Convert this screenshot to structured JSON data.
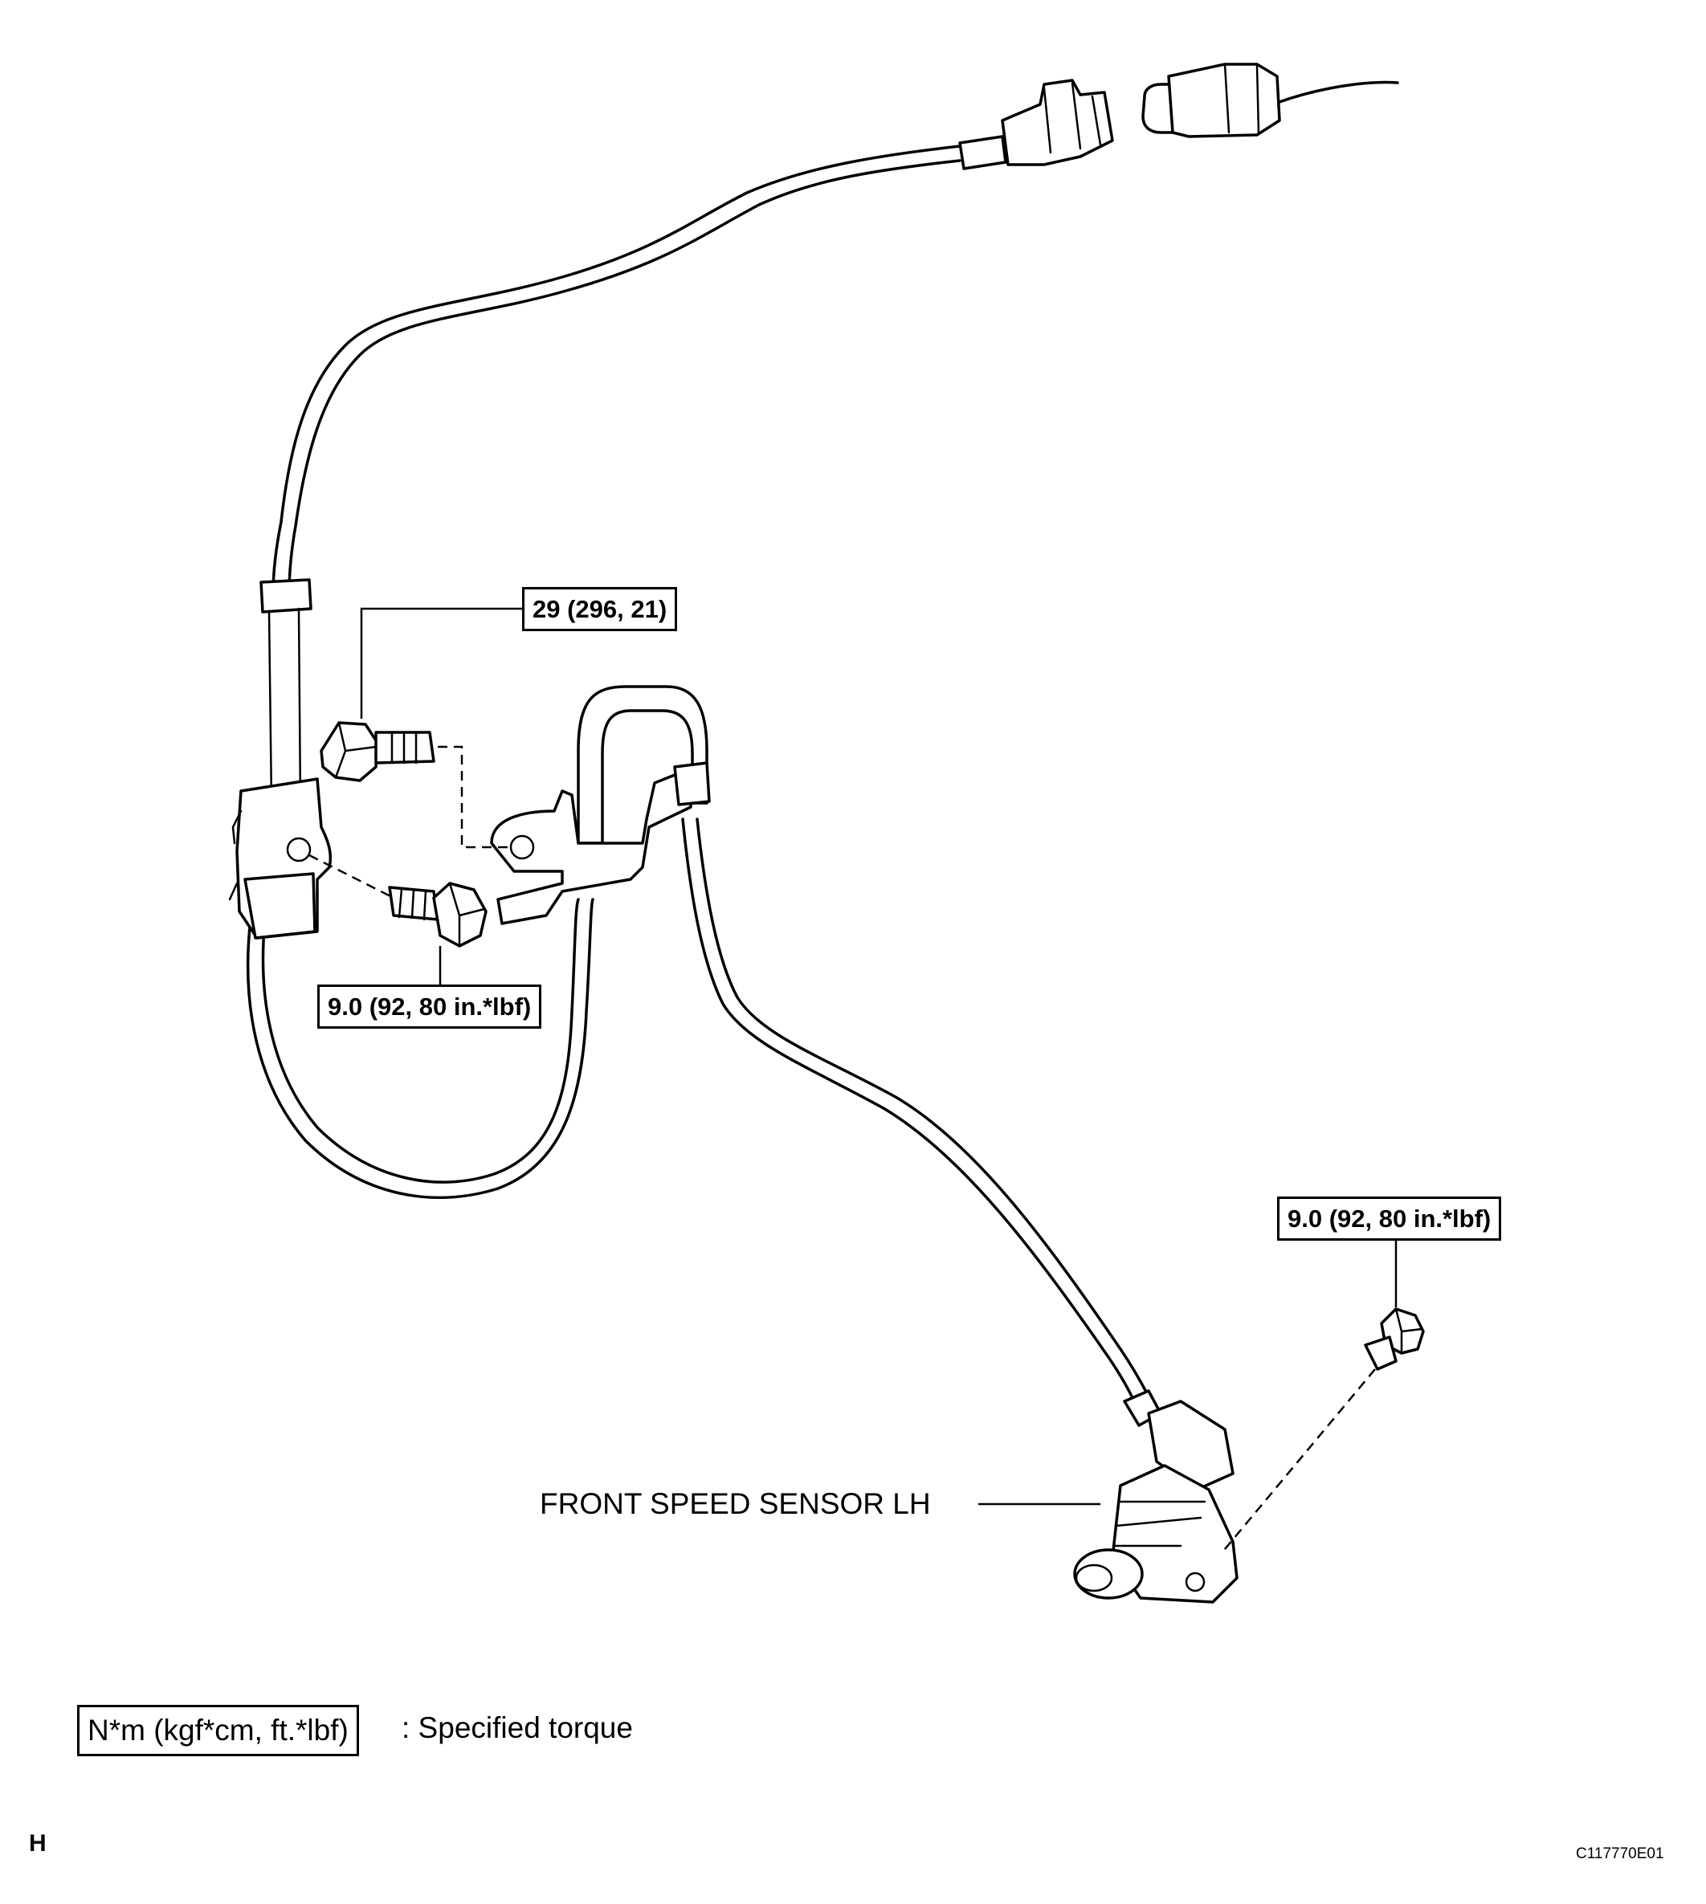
{
  "callouts": {
    "bolt_upper_torque": "29 (296, 21)",
    "bolt_lower_torque": "9.0 (92, 80 in.*lbf)",
    "bolt_sensor_torque": "9.0 (92, 80 in.*lbf)",
    "sensor_label": "FRONT SPEED SENSOR LH"
  },
  "legend": {
    "unit_box": "N*m (kgf*cm, ft.*lbf)",
    "description": ": Specified torque"
  },
  "footer": {
    "corner_letter": "H",
    "figure_code": "C117770E01"
  }
}
